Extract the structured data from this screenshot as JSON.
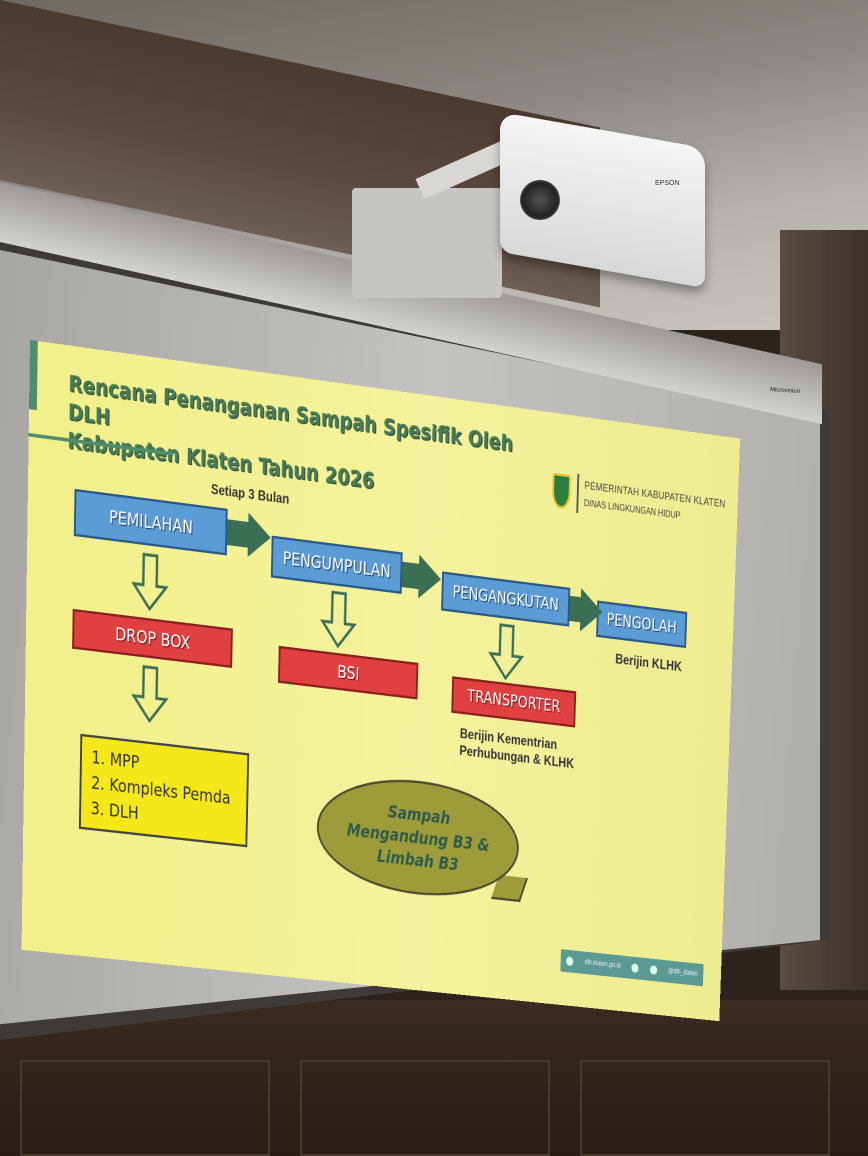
{
  "scene": {
    "projector_brand": "EPSON",
    "screen_brand": "Microvision"
  },
  "slide": {
    "title_line1": "Rencana Penanganan Sampah Spesifik Oleh DLH",
    "title_line2": "Kabupaten Klaten Tahun 2026",
    "org_name": "PEMERINTAH KABUPATEN KLATEN",
    "org_sub": "DINAS LINGKUNGAN HIDUP",
    "frequency_label": "Setiap 3 Bulan",
    "steps": [
      {
        "label": "PEMILAHAN",
        "result": "DROP BOX"
      },
      {
        "label": "PENGUMPULAN",
        "result": "BSI"
      },
      {
        "label": "PENGANGKUTAN",
        "result": "TRANSPORTER"
      },
      {
        "label": "PENGOLAH"
      }
    ],
    "pengolah_note": "Berijin KLHK",
    "transporter_note_line1": "Berijin Kementrian",
    "transporter_note_line2": "Perhubungan & KLHK",
    "dropbox_locations": [
      "1. MPP",
      "2. Kompleks Pemda",
      "3. DLH"
    ],
    "callout_line1": "Sampah",
    "callout_line2": "Mengandung B3 &",
    "callout_line3": "Limbah B3",
    "footer_site": "dlh.klaten.go.id",
    "footer_handle": "@dlh_klaten"
  },
  "colors": {
    "slide_background": "#f2f08a",
    "process_box": "#5b9bd6",
    "result_box": "#e04040",
    "location_box": "#f5e81a",
    "callout": "#9e9c3a",
    "title_green": "#4a7a55"
  }
}
